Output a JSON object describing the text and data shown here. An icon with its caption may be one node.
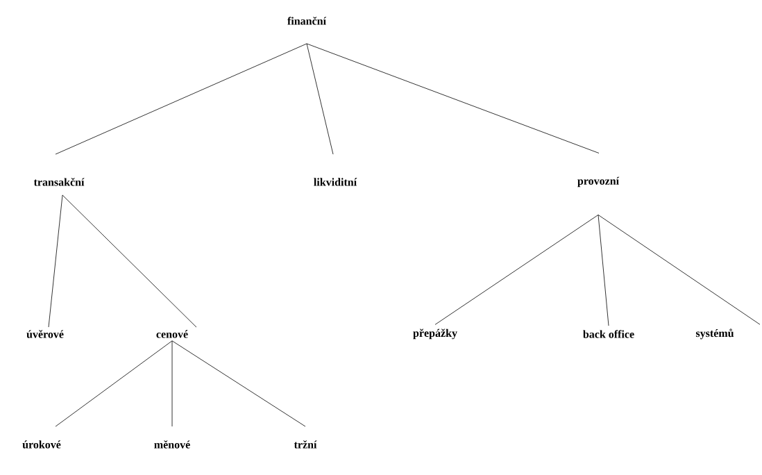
{
  "diagram": {
    "nodes": [
      {
        "text": [
          "finanční"
        ]
      },
      {
        "text": [
          "transakční"
        ]
      },
      {
        "text": [
          "likviditní"
        ]
      },
      {
        "text": [
          "provozní"
        ]
      },
      {
        "text": [
          "úvěrové"
        ]
      },
      {
        "text": [
          "cenové"
        ]
      },
      {
        "text": [
          "přepážky"
        ]
      },
      {
        "text": [
          "back office"
        ]
      },
      {
        "text": [
          "systémů"
        ]
      },
      {
        "text": [
          "úrokové"
        ]
      },
      {
        "text": [
          "měnové"
        ]
      },
      {
        "text": [
          "tržní"
        ]
      }
    ],
    "edges": [
      {
        "from": 0,
        "to": 1,
        "arrow": "none"
      },
      {
        "from": 0,
        "to": 2,
        "arrow": "none"
      },
      {
        "from": 0,
        "to": 3,
        "arrow": "none"
      },
      {
        "from": 1,
        "to": 4,
        "arrow": "none"
      },
      {
        "from": 1,
        "to": 5,
        "arrow": "none"
      },
      {
        "from": 3,
        "to": 6,
        "arrow": "none"
      },
      {
        "from": 3,
        "to": 7,
        "arrow": "none"
      },
      {
        "from": 3,
        "to": 8,
        "arrow": "none"
      },
      {
        "from": 5,
        "to": 9,
        "arrow": "none"
      },
      {
        "from": 5,
        "to": 10,
        "arrow": "none"
      },
      {
        "from": 5,
        "to": 11,
        "arrow": "none"
      }
    ]
  }
}
